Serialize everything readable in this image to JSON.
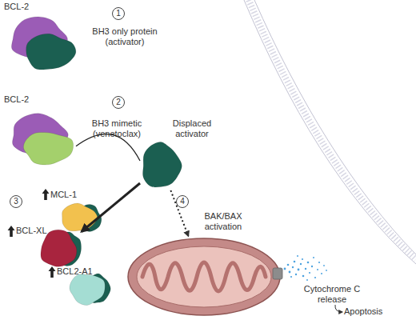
{
  "diagram": {
    "nodes": [
      {
        "text": [
          "BCL-2",
          "BH3 only protein (activator)"
        ]
      },
      {
        "text": [
          "BCL-2",
          "BH3 mimetic (venetoclax)"
        ]
      },
      {
        "text": [
          "Displaced activator"
        ]
      },
      {
        "text": [
          "MCL-1"
        ]
      },
      {
        "text": [
          "BCL-XL"
        ]
      },
      {
        "text": [
          "BCL2-A1"
        ]
      },
      {
        "text": [
          "Cytochrome C release"
        ]
      }
    ],
    "edges": [
      {
        "from": 1,
        "to": 2,
        "arrow": "none"
      },
      {
        "from": 2,
        "to": 4,
        "arrow": "to"
      },
      {
        "from": 2,
        "to": 6,
        "label": "BAK/BAX activation",
        "arrow": "to"
      }
    ],
    "labels": [
      "1",
      "2",
      "3",
      "4",
      "Apoptosis"
    ]
  }
}
